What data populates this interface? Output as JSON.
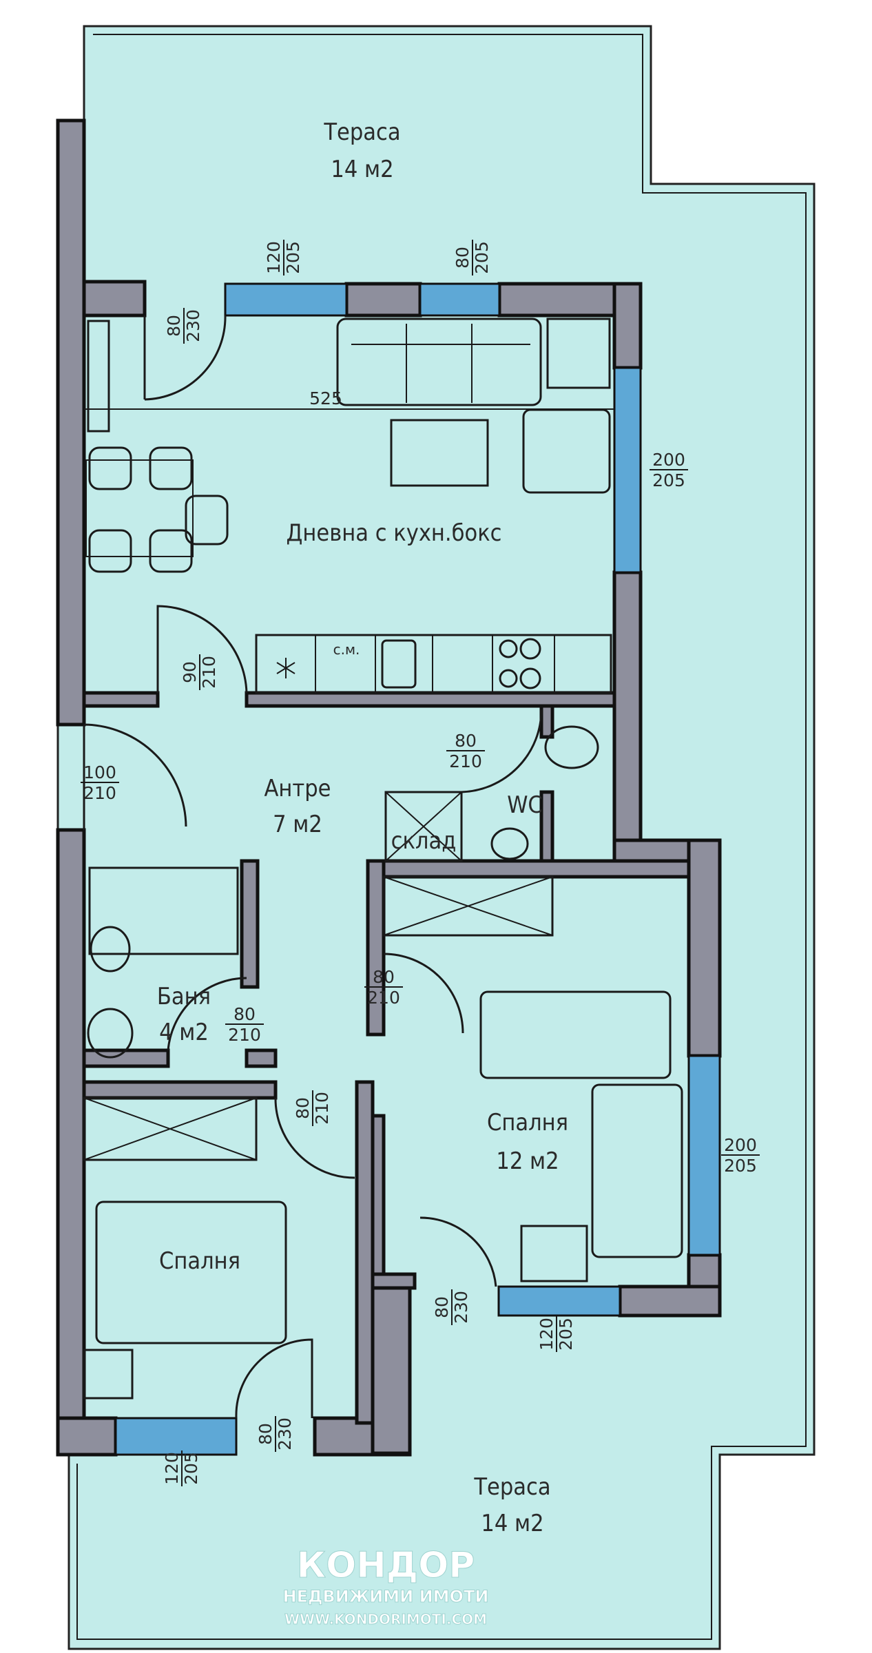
{
  "colors": {
    "room_fill": "#c3ecea",
    "wall": "#8e8f9d",
    "window": "#5ea8d6",
    "outline": "#111111"
  },
  "rooms": {
    "terrace_top": {
      "name": "Тераса",
      "area": "14 м2"
    },
    "living": {
      "name": "Дневна с кухн.бокс",
      "dimension": "525",
      "washer": "с.м."
    },
    "hall": {
      "name": "Антре",
      "area": "7 м2"
    },
    "wc": {
      "name": "WC"
    },
    "storage": {
      "name": "склад"
    },
    "bathroom": {
      "name": "Баня",
      "area": "4 м2"
    },
    "bedroom_right": {
      "name": "Спалня",
      "area": "12 м2"
    },
    "bedroom_left": {
      "name": "Спалня"
    },
    "terrace_bottom": {
      "name": "Тераса",
      "area": "14 м2"
    }
  },
  "openings": [
    {
      "w": "120",
      "h": "205"
    },
    {
      "w": "80",
      "h": "205"
    },
    {
      "w": "80",
      "h": "230"
    },
    {
      "w": "200",
      "h": "205"
    },
    {
      "w": "90",
      "h": "210"
    },
    {
      "w": "100",
      "h": "210"
    },
    {
      "w": "80",
      "h": "210"
    },
    {
      "w": "80",
      "h": "210"
    },
    {
      "w": "80",
      "h": "210"
    },
    {
      "w": "80",
      "h": "210"
    },
    {
      "w": "200",
      "h": "205"
    },
    {
      "w": "80",
      "h": "230"
    },
    {
      "w": "120",
      "h": "205"
    },
    {
      "w": "80",
      "h": "230"
    },
    {
      "w": "120",
      "h": "205"
    }
  ],
  "watermark": {
    "brand": "КОНДОР",
    "tagline": "НЕДВИЖИМИ ИМОТИ",
    "url": "WWW.KONDORIMOTI.COM"
  }
}
